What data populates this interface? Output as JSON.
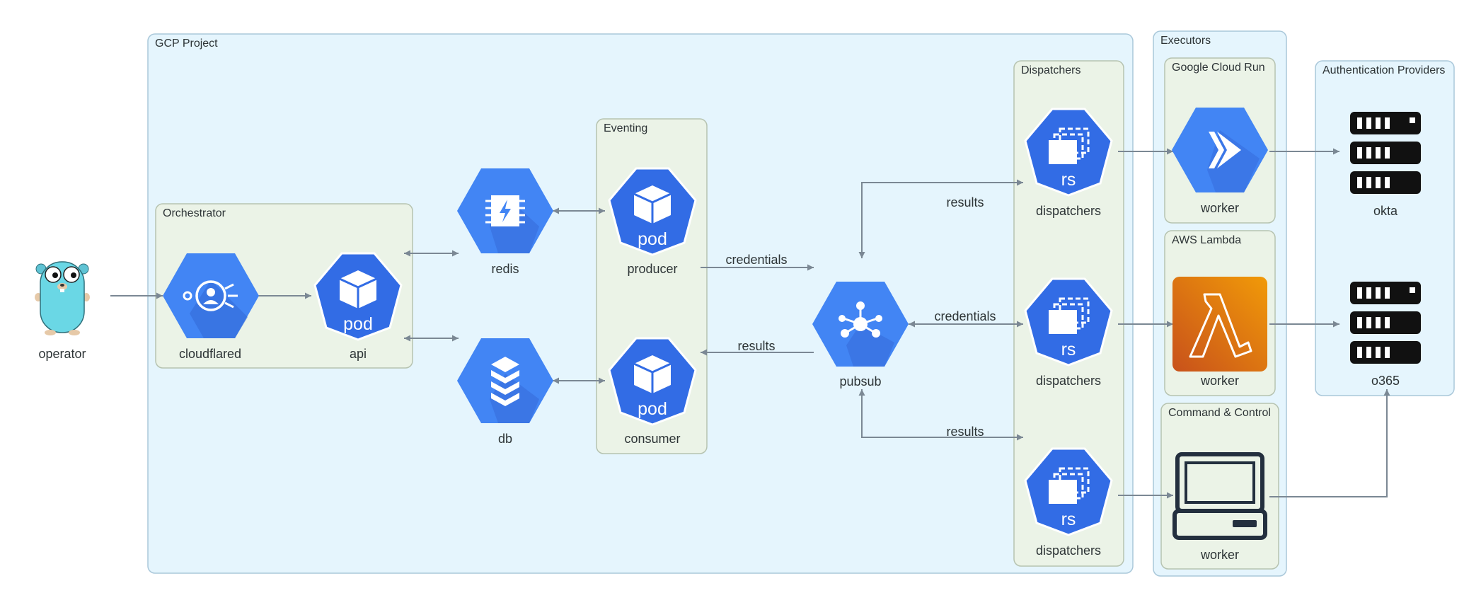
{
  "clusters": {
    "gcp": "GCP Project",
    "orchestrator": "Orchestrator",
    "eventing": "Eventing",
    "dispatchers": "Dispatchers",
    "executors": "Executors",
    "cloud_run": "Google Cloud Run",
    "aws_lambda": "AWS Lambda",
    "command_control": "Command & Control",
    "auth_providers": "Authentication Providers"
  },
  "nodes": {
    "operator": "operator",
    "cloudflared": "cloudflared",
    "api": "api",
    "api_badge": "pod",
    "redis": "redis",
    "db": "db",
    "producer": "producer",
    "producer_badge": "pod",
    "consumer": "consumer",
    "consumer_badge": "pod",
    "pubsub": "pubsub",
    "dispatchers_1": "dispatchers",
    "dispatchers_1_badge": "rs",
    "dispatchers_2": "dispatchers",
    "dispatchers_2_badge": "rs",
    "dispatchers_3": "dispatchers",
    "dispatchers_3_badge": "rs",
    "worker_cloud_run": "worker",
    "worker_lambda": "worker",
    "worker_cc": "worker",
    "okta": "okta",
    "o365": "o365"
  },
  "edges": {
    "producer_pubsub": "credentials",
    "pubsub_consumer": "results",
    "pubsub_dispatchers_1": "results",
    "pubsub_dispatchers_2": "credentials",
    "pubsub_dispatchers_3": "results"
  },
  "colors": {
    "gcp_fill": "#e5f5fd",
    "gcp_border": "#aac8da",
    "inner_fill": "#ebf3e7",
    "inner_border": "#b6c3b0",
    "gcp_blue": "#4285f4",
    "gcp_blue_dark": "#3367d6",
    "lambda_orange": "#e8730b",
    "edge": "#7b8894"
  },
  "icons": {
    "operator": "gopher-icon",
    "cloudflared": "identity-aware-proxy-icon",
    "api": "kubernetes-pod-icon",
    "redis": "memorystore-icon",
    "db": "datastore-icon",
    "pubsub": "pubsub-icon",
    "dispatchers": "kubernetes-replicaset-icon",
    "cloud_run": "cloud-run-icon",
    "lambda": "aws-lambda-icon",
    "cc": "laptop-icon",
    "auth": "server-rack-icon"
  }
}
